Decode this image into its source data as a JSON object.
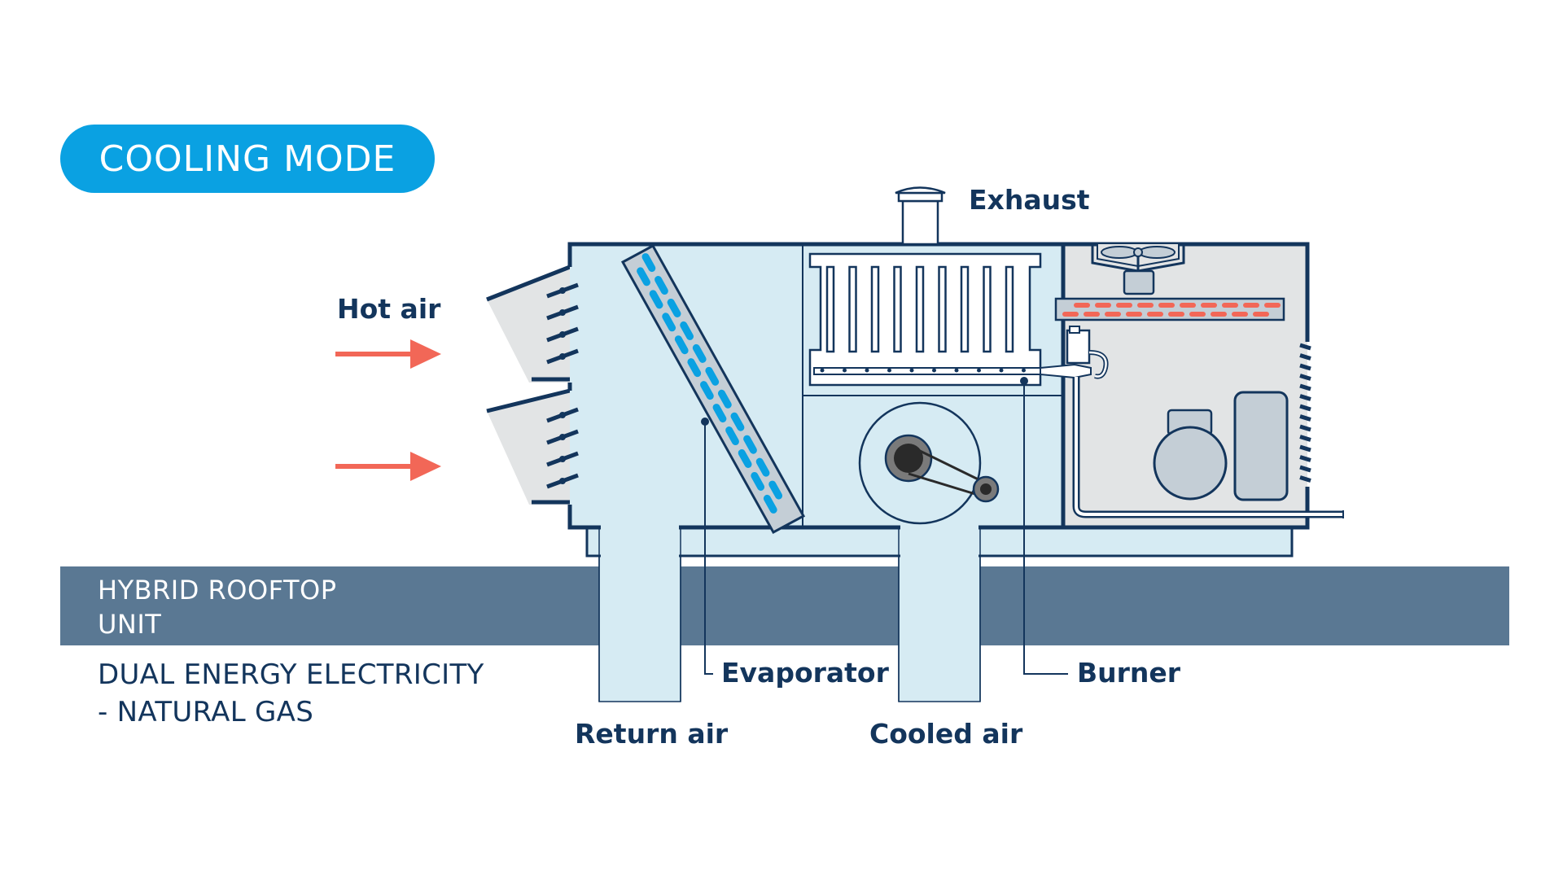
{
  "mode_badge": {
    "label": "COOLING MODE",
    "color": "#0aa1e2"
  },
  "unit_title": {
    "line1": "HYBRID ROOFTOP",
    "line2": "UNIT"
  },
  "unit_subtitle": {
    "line1": "DUAL ENERGY ELECTRICITY",
    "line2": "- NATURAL GAS"
  },
  "labels": {
    "hot_air": "Hot air",
    "exhaust": "Exhaust",
    "evaporator": "Evaporator",
    "burner": "Burner",
    "return_air": "Return air",
    "cooled_air": "Cooled air"
  },
  "colors": {
    "outline": "#13355c",
    "unit_fill": "#d6ebf3",
    "outdoor_fill": "#e2e4e5",
    "roof_band": "#5a7893",
    "cold_coil": "#0aa1e2",
    "hot_coil": "#f26757",
    "hot_arrow": "#f26757",
    "component_fill": "#c4ced6",
    "wheel_dark": "#2a2a2a",
    "wheel_mid": "#7a7a7a"
  },
  "icons": {
    "hot_air_arrows": "arrow-right",
    "exhaust_stack": "chimney",
    "condenser_fan": "fan",
    "blower_wheel": "blower",
    "compressor": "compressor",
    "gas_valve": "valve"
  }
}
